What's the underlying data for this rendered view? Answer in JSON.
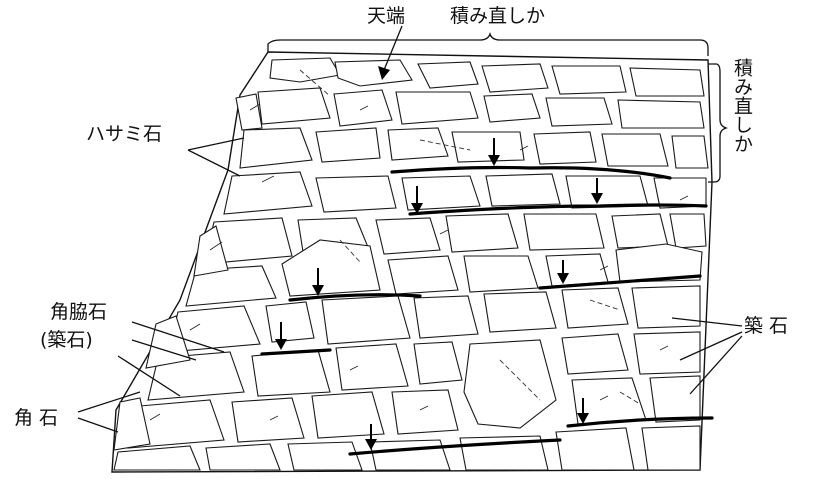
{
  "labels": {
    "top_edge": "天端",
    "rebuilt_top": "積み直しか",
    "rebuilt_side": "積み直しか",
    "hasami_ishi": "ハサミ石",
    "sumiwaki_ishi": "角脇石",
    "sumiwaki_paren": "(築石)",
    "chiku_ishi": "築 石",
    "sumi_ishi": "角 石"
  },
  "colors": {
    "ink": "#111111",
    "paper": "#ffffff"
  }
}
